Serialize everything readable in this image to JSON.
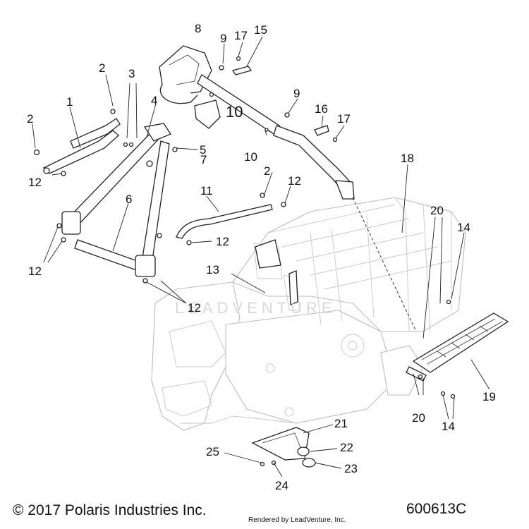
{
  "diagram": {
    "callouts": [
      {
        "id": "c1",
        "text": "1"
      },
      {
        "id": "c2a",
        "text": "2"
      },
      {
        "id": "c2b",
        "text": "2"
      },
      {
        "id": "c2c",
        "text": "2"
      },
      {
        "id": "c3",
        "text": "3"
      },
      {
        "id": "c4",
        "text": "4"
      },
      {
        "id": "c5",
        "text": "5"
      },
      {
        "id": "c6",
        "text": "6"
      },
      {
        "id": "c7",
        "text": "7"
      },
      {
        "id": "c8",
        "text": "8"
      },
      {
        "id": "c9a",
        "text": "9"
      },
      {
        "id": "c9b",
        "text": "9"
      },
      {
        "id": "c10a",
        "text": "10"
      },
      {
        "id": "c10b",
        "text": "10"
      },
      {
        "id": "c11",
        "text": "11"
      },
      {
        "id": "c12a",
        "text": "12"
      },
      {
        "id": "c12b",
        "text": "12"
      },
      {
        "id": "c12c",
        "text": "12"
      },
      {
        "id": "c12d",
        "text": "12"
      },
      {
        "id": "c12e",
        "text": "12"
      },
      {
        "id": "c13",
        "text": "13"
      },
      {
        "id": "c14a",
        "text": "14"
      },
      {
        "id": "c14b",
        "text": "14"
      },
      {
        "id": "c15",
        "text": "15"
      },
      {
        "id": "c16",
        "text": "16"
      },
      {
        "id": "c17a",
        "text": "17"
      },
      {
        "id": "c17b",
        "text": "17"
      },
      {
        "id": "c18",
        "text": "18"
      },
      {
        "id": "c19",
        "text": "19"
      },
      {
        "id": "c20a",
        "text": "20"
      },
      {
        "id": "c20b",
        "text": "20"
      },
      {
        "id": "c21",
        "text": "21"
      },
      {
        "id": "c22",
        "text": "22"
      },
      {
        "id": "c23",
        "text": "23"
      },
      {
        "id": "c24",
        "text": "24"
      },
      {
        "id": "c25",
        "text": "25"
      }
    ],
    "watermark": "LEADVENTURE",
    "copyright": "© 2017 Polaris Industries Inc.",
    "rendered_by": "Rendered by LeadVenture, Inc.",
    "part_number": "600613C"
  }
}
